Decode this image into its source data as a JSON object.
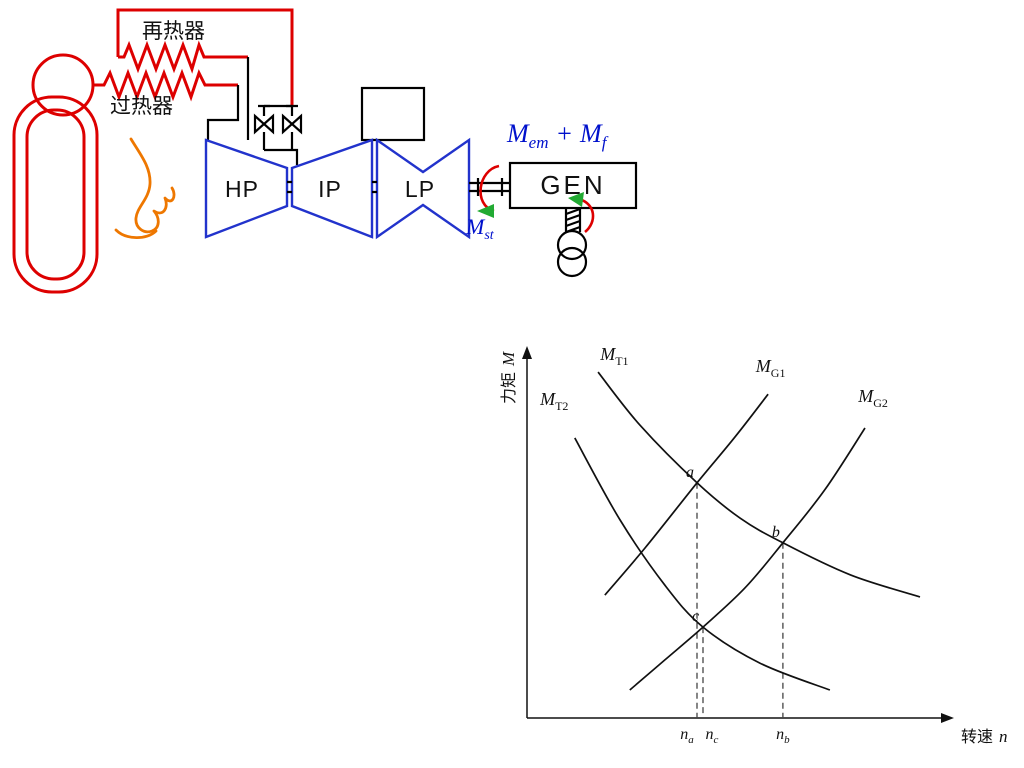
{
  "schematic": {
    "labels": {
      "reheater": "再热器",
      "superheater": "过热器",
      "hp": "HP",
      "ip": "IP",
      "lp": "LP",
      "gen": "GEN"
    },
    "torque_formulas": {
      "generator": {
        "term1_main": "M",
        "term1_sub": "em",
        "operator": "+",
        "term2_main": "M",
        "term2_sub": "f"
      },
      "shaft": {
        "main": "M",
        "sub": "st"
      }
    },
    "colors": {
      "pipe_red": "#dd0000",
      "flame_orange": "#ee7700",
      "turbine_blue": "#2233cc",
      "formula_blue": "#0011cc",
      "arrow_head_green": "#22aa33",
      "line_black": "#000000"
    }
  },
  "chart_data": {
    "type": "line",
    "title": "",
    "xlabel_cjk": "转速",
    "xlabel_var": "n",
    "ylabel_cjk": "力矩",
    "ylabel_var": "M",
    "x_range": [
      0,
      100
    ],
    "y_range": [
      0,
      100
    ],
    "axes_numeric": false,
    "grid": false,
    "curves": [
      {
        "label_main": "M",
        "label_sub": "T1",
        "kind": "turbine-torque-1",
        "label_anchor": [
          17.3,
          97.3
        ],
        "points": [
          [
            16.8,
            94.0
          ],
          [
            26.7,
            79.6
          ],
          [
            40.2,
            63.9
          ],
          [
            50.4,
            54.3
          ],
          [
            60.5,
            47.6
          ],
          [
            76.4,
            38.9
          ],
          [
            92.9,
            32.9
          ]
        ]
      },
      {
        "label_main": "M",
        "label_sub": "T2",
        "kind": "turbine-torque-2",
        "label_anchor": [
          3.1,
          85.1
        ],
        "points": [
          [
            11.3,
            76.1
          ],
          [
            22.0,
            53.8
          ],
          [
            32.6,
            36.1
          ],
          [
            41.6,
            24.7
          ],
          [
            55.1,
            14.9
          ],
          [
            71.6,
            7.6
          ]
        ]
      },
      {
        "label_main": "M",
        "label_sub": "G1",
        "kind": "generator-torque-1",
        "label_anchor": [
          54.1,
          94.0
        ],
        "points": [
          [
            18.4,
            33.4
          ],
          [
            27.9,
            46.2
          ],
          [
            40.2,
            63.9
          ],
          [
            49.2,
            76.4
          ],
          [
            57.0,
            88.0
          ]
        ]
      },
      {
        "label_main": "M",
        "label_sub": "G2",
        "kind": "generator-torque-2",
        "label_anchor": [
          78.3,
          85.9
        ],
        "points": [
          [
            24.3,
            7.6
          ],
          [
            32.6,
            15.8
          ],
          [
            41.6,
            24.7
          ],
          [
            51.5,
            35.3
          ],
          [
            60.5,
            47.6
          ],
          [
            70.4,
            62.0
          ],
          [
            79.9,
            78.8
          ]
        ]
      }
    ],
    "operating_points": [
      {
        "label": "a",
        "n": 40.2,
        "M": 63.9
      },
      {
        "label": "b",
        "n": 60.5,
        "M": 47.6
      },
      {
        "label": "c",
        "n": 41.6,
        "M": 24.7
      }
    ],
    "x_ticks": [
      {
        "main": "n",
        "sub": "a",
        "n": 40.2,
        "dx": -10
      },
      {
        "main": "n",
        "sub": "c",
        "n": 41.6,
        "dx": 9
      },
      {
        "main": "n",
        "sub": "b",
        "n": 60.5,
        "dx": 0
      }
    ]
  }
}
